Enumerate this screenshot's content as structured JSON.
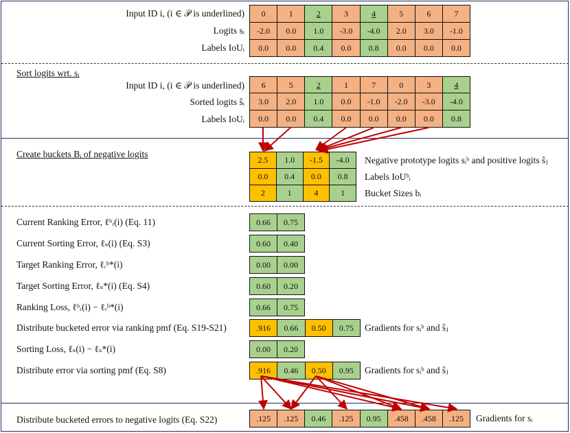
{
  "colors": {
    "orange": "#f4b183",
    "green": "#a9d18e",
    "yellow": "#ffc000",
    "arrow": "#c00000"
  },
  "section1": {
    "input_id_label": "Input ID i, (i ∈ 𝒫 is underlined)",
    "logits_label": "Logits sᵢ",
    "labels_label": "Labels IoUᵢ",
    "ids": [
      {
        "v": "0",
        "c": "o",
        "u": false
      },
      {
        "v": "1",
        "c": "o",
        "u": false
      },
      {
        "v": "2",
        "c": "g",
        "u": true
      },
      {
        "v": "3",
        "c": "o",
        "u": false
      },
      {
        "v": "4",
        "c": "g",
        "u": true
      },
      {
        "v": "5",
        "c": "o",
        "u": false
      },
      {
        "v": "6",
        "c": "o",
        "u": false
      },
      {
        "v": "7",
        "c": "o",
        "u": false
      }
    ],
    "logits": [
      "-2.0",
      "0.0",
      "1.0",
      "-3.0",
      "-4.0",
      "2.0",
      "3.0",
      "-1.0"
    ],
    "labels": [
      "0.0",
      "0.0",
      "0.4",
      "0.0",
      "0.8",
      "0.0",
      "0.0",
      "0.0"
    ],
    "colors": [
      "o",
      "o",
      "g",
      "o",
      "g",
      "o",
      "o",
      "o"
    ]
  },
  "section2": {
    "heading": "Sort logits wrt. sᵢ",
    "input_id_label": "Input ID i, (i ∈ 𝒫 is underlined)",
    "sorted_label": "Sorted logits ŝᵢ",
    "labels_label": "Labels IoUᵢ",
    "ids": [
      {
        "v": "6",
        "c": "o",
        "u": false
      },
      {
        "v": "5",
        "c": "o",
        "u": false
      },
      {
        "v": "2",
        "c": "g",
        "u": true
      },
      {
        "v": "1",
        "c": "o",
        "u": false
      },
      {
        "v": "7",
        "c": "o",
        "u": false
      },
      {
        "v": "0",
        "c": "o",
        "u": false
      },
      {
        "v": "3",
        "c": "o",
        "u": false
      },
      {
        "v": "4",
        "c": "g",
        "u": true
      }
    ],
    "sorted": [
      "3.0",
      "2.0",
      "1.0",
      "0.0",
      "-1.0",
      "-2.0",
      "-3.0",
      "-4.0"
    ],
    "labels": [
      "0.0",
      "0.0",
      "0.4",
      "0.0",
      "0.0",
      "0.0",
      "0.0",
      "0.8"
    ],
    "colors": [
      "o",
      "o",
      "g",
      "o",
      "o",
      "o",
      "o",
      "g"
    ]
  },
  "section3": {
    "heading": "Create buckets Bᵢ of negative logits",
    "proto_label": "Negative prototype logits sᵢᵇ and positive logits ŝⱼ",
    "labels_label": "Labels IoUᵇᵢ",
    "sizes_label": "Bucket Sizes bᵢ",
    "proto": [
      "2.5",
      "1.0",
      "-1.5",
      "-4.0"
    ],
    "labels": [
      "0.0",
      "0.4",
      "0.0",
      "0.8"
    ],
    "sizes": [
      "2",
      "1",
      "4",
      "1"
    ],
    "colors": [
      "y",
      "g",
      "y",
      "g"
    ]
  },
  "section4": {
    "rows": [
      {
        "label": "Current Ranking Error, ℓᵇᵣ(i)  (Eq. 11)",
        "vals": [
          "0.66",
          "0.75"
        ],
        "colors": [
          "g",
          "g"
        ]
      },
      {
        "label": "Current Sorting Error, ℓₛ(i)  (Eq. S3)",
        "vals": [
          "0.60",
          "0.40"
        ],
        "colors": [
          "g",
          "g"
        ]
      },
      {
        "label": "Target Ranking Error, ℓᵣᵇ*(i)",
        "vals": [
          "0.00",
          "0.00"
        ],
        "colors": [
          "g",
          "g"
        ]
      },
      {
        "label": "Target Sorting Error, ℓₛ*(i)  (Eq. S4)",
        "vals": [
          "0.60",
          "0.20"
        ],
        "colors": [
          "g",
          "g"
        ]
      },
      {
        "label": "Ranking Loss, ℓᵇᵣ(i) − ℓᵣᵇ*(i)",
        "vals": [
          "0.66",
          "0.75"
        ],
        "colors": [
          "g",
          "g"
        ]
      },
      {
        "label": "Distribute bucketed error via ranking pmf  (Eq. S19-S21)",
        "vals": [
          ".916",
          "0.66",
          "0.50",
          "0.75"
        ],
        "colors": [
          "y",
          "g",
          "y",
          "g"
        ],
        "note": "Gradients for sᵢᵇ and ŝⱼ"
      },
      {
        "label": "Sorting Loss, ℓₛ(i) − ℓₛ*(i)",
        "vals": [
          "0.00",
          "0.20"
        ],
        "colors": [
          "g",
          "g"
        ]
      },
      {
        "label": "Distribute error via sorting pmf   (Eq. S8)",
        "vals": [
          ".916",
          "0.46",
          "0.50",
          "0.95"
        ],
        "colors": [
          "y",
          "g",
          "y",
          "g"
        ],
        "note": "Gradients for sᵢᵇ and ŝⱼ"
      }
    ]
  },
  "section5": {
    "label": "Distribute bucketed errors to negative logits (Eq. S22)",
    "vals": [
      ".125",
      ".125",
      "0.46",
      ".125",
      "0.95",
      ".458",
      ".458",
      ".125"
    ],
    "colors": [
      "o",
      "o",
      "g",
      "o",
      "g",
      "o",
      "o",
      "o"
    ],
    "note": "Gradients for sᵢ"
  }
}
